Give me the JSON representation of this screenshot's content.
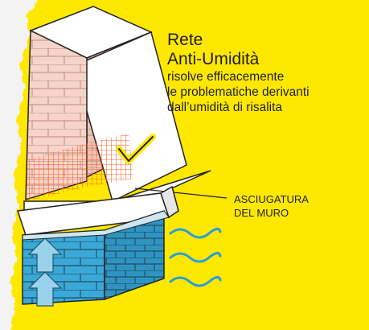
{
  "heading": {
    "line1": "Rete",
    "line2": "Anti-Umidità"
  },
  "description": {
    "line1": "risolve efficacemente",
    "line2": "le problematiche derivanti",
    "line3": "dall’umidità di risalita"
  },
  "callout": {
    "line1": "ASCIUGATURA",
    "line2": "DEL MURO"
  },
  "colors": {
    "background_yellow": "#ffe800",
    "brick_pink": "#f6d4c9",
    "mesh_orange": "#ff5a1f",
    "wet_blue": "#3aa9d8",
    "text_dark": "#1f1f1f"
  },
  "icons": [
    "check-icon",
    "wave-icon",
    "arrow-up-icon"
  ]
}
